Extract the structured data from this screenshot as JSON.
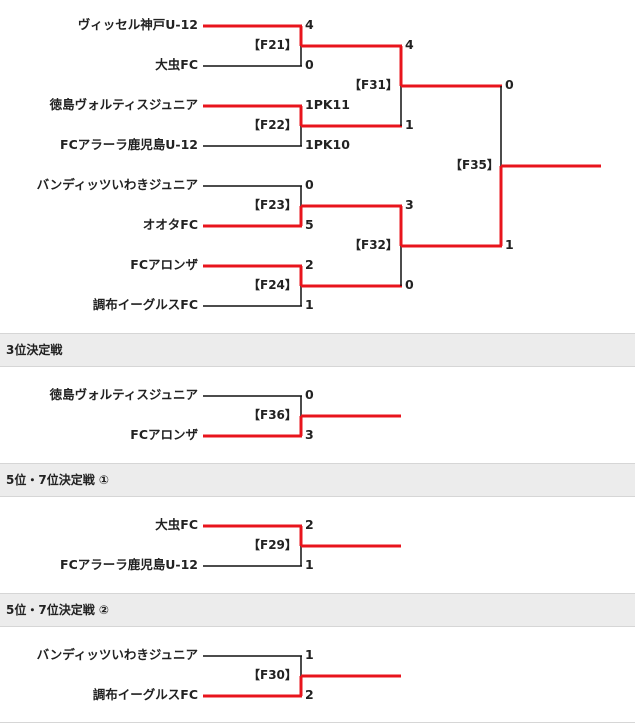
{
  "main_bracket": {
    "teams": [
      "ヴィッセル神戸U-12",
      "大虫FC",
      "徳島ヴォルティスジュニア",
      "FCアラーラ鹿児島U-12",
      "バンディッツいわきジュニア",
      "オオタFC",
      "FCアロンザ",
      "調布イーグルスFC"
    ],
    "r1_matches": [
      {
        "label": "【F21】",
        "top": "4",
        "bottom": "0"
      },
      {
        "label": "【F22】",
        "top": "1PK11",
        "bottom": "1PK10"
      },
      {
        "label": "【F23】",
        "top": "0",
        "bottom": "5"
      },
      {
        "label": "【F24】",
        "top": "2",
        "bottom": "1"
      }
    ],
    "r2_matches": [
      {
        "label": "【F31】",
        "top": "4",
        "bottom": "1"
      },
      {
        "label": "【F32】",
        "top": "3",
        "bottom": "0"
      }
    ],
    "final": {
      "label": "【F35】",
      "top": "0",
      "bottom": "1"
    }
  },
  "third_place": {
    "title": "3位決定戦",
    "label": "【F36】",
    "top_team": "徳島ヴォルティスジュニア",
    "bottom_team": "FCアロンザ",
    "top_score": "0",
    "bottom_score": "3"
  },
  "fifth_1": {
    "title": "5位・7位決定戦 ①",
    "label": "【F29】",
    "top_team": "大虫FC",
    "bottom_team": "FCアラーラ鹿児島U-12",
    "top_score": "2",
    "bottom_score": "1"
  },
  "fifth_2": {
    "title": "5位・7位決定戦 ②",
    "label": "【F30】",
    "top_team": "バンディッツいわきジュニア",
    "bottom_team": "調布イーグルスFC",
    "top_score": "1",
    "bottom_score": "2"
  },
  "colors": {
    "winner_line": "#e8141c",
    "line": "#111111",
    "header_bg": "#ececec"
  }
}
